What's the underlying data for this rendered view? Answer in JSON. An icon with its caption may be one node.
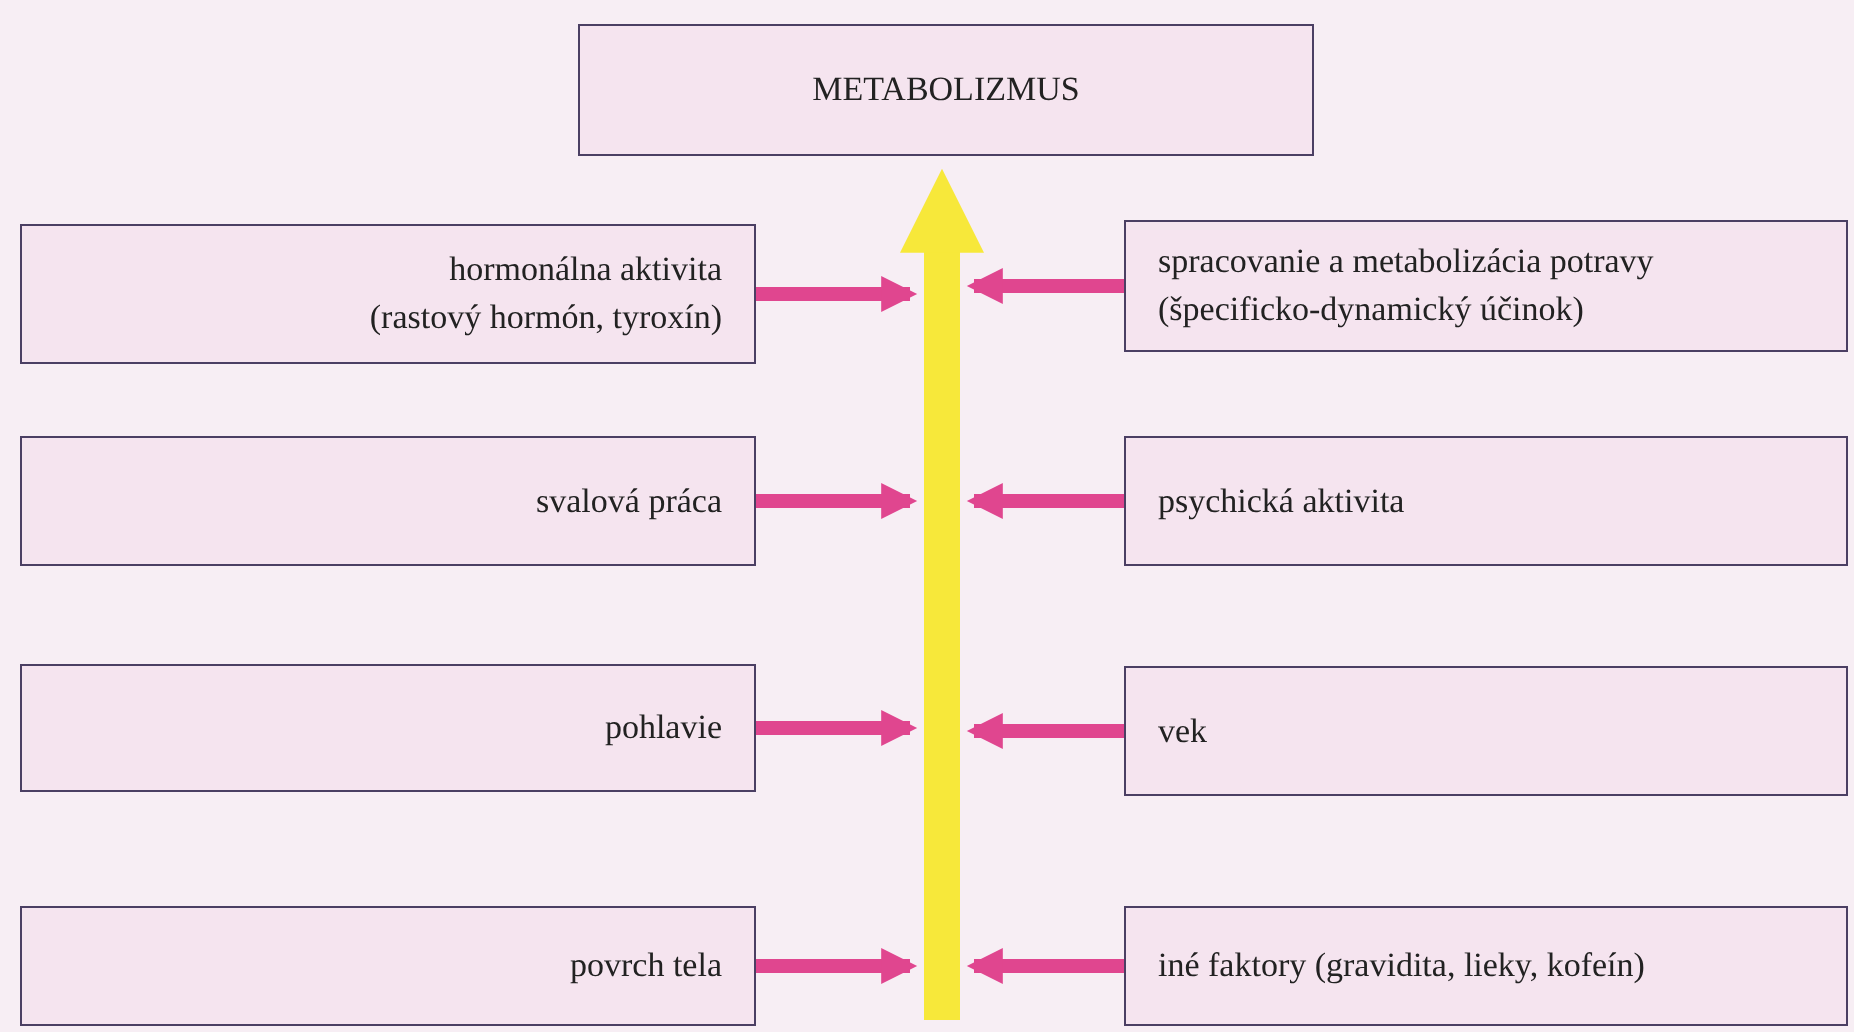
{
  "diagram": {
    "nodes": [
      {
        "text": [
          "METABOLIZMUS"
        ]
      },
      {
        "text": [
          "hormonálna aktivita",
          "(rastový hormón, tyroxín)"
        ]
      },
      {
        "text": [
          "spracovanie a metabolizácia potravy",
          "(špecificko-dynamický účinok)"
        ]
      },
      {
        "text": [
          "svalová práca"
        ]
      },
      {
        "text": [
          "psychická aktivita"
        ]
      },
      {
        "text": [
          "pohlavie"
        ]
      },
      {
        "text": [
          "vek"
        ]
      },
      {
        "text": [
          "povrch tela"
        ]
      },
      {
        "text": [
          "iné faktory (gravidita, lieky, kofeín)"
        ]
      }
    ],
    "edges": [
      {
        "from": null,
        "to": 0,
        "arrow": "to",
        "style": "thick",
        "color": "#f7e83a"
      },
      {
        "from": 1,
        "to": null,
        "arrow": "to"
      },
      {
        "from": 2,
        "to": null,
        "arrow": "to"
      },
      {
        "from": 3,
        "to": null,
        "arrow": "to"
      },
      {
        "from": 4,
        "to": null,
        "arrow": "to"
      },
      {
        "from": 5,
        "to": null,
        "arrow": "to"
      },
      {
        "from": 6,
        "to": null,
        "arrow": "to"
      },
      {
        "from": 7,
        "to": null,
        "arrow": "to"
      },
      {
        "from": 8,
        "to": null,
        "arrow": "to"
      }
    ]
  }
}
